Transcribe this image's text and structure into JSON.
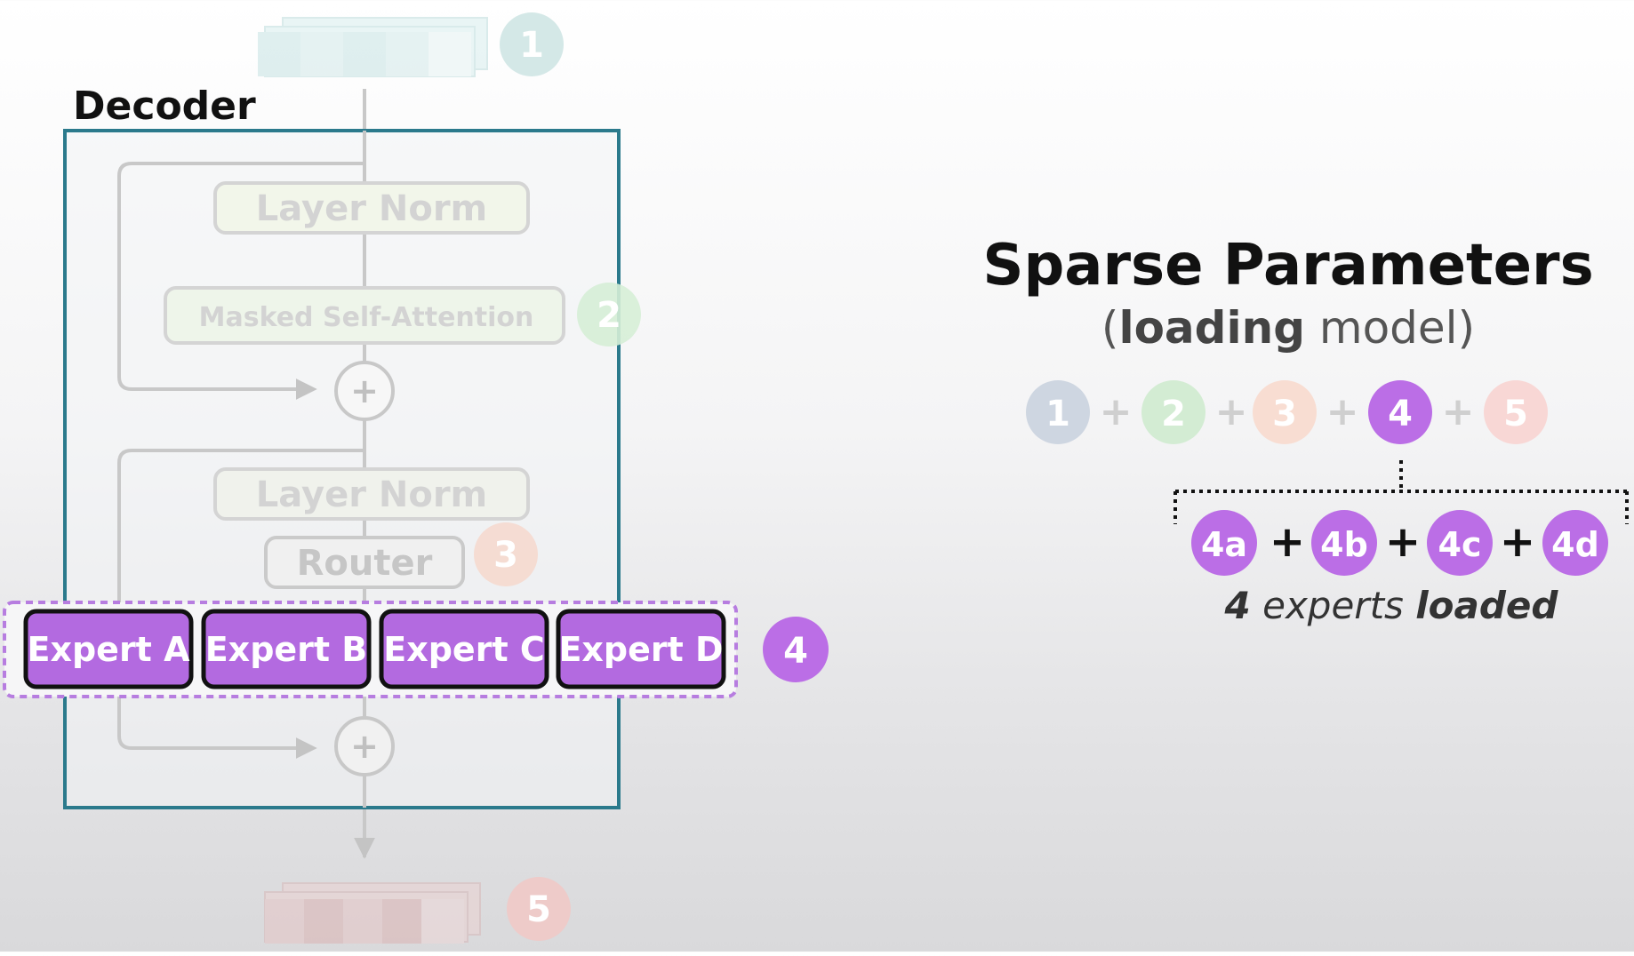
{
  "decoder": {
    "label": "Decoder",
    "layer_norm_1": "Layer Norm",
    "masked_attention": "Masked Self-Attention",
    "layer_norm_2": "Layer Norm",
    "router": "Router",
    "experts": [
      "Expert A",
      "Expert B",
      "Expert C",
      "Expert D"
    ],
    "plus_symbol": "+"
  },
  "step_badges": {
    "input": "1",
    "attention": "2",
    "router": "3",
    "experts": "4",
    "output": "5"
  },
  "summary": {
    "title": "Sparse Parameters",
    "subtitle_open": "(",
    "subtitle_bold": "loading",
    "subtitle_rest": " model)",
    "sequence": [
      "1",
      "2",
      "3",
      "4",
      "5"
    ],
    "plus": "+",
    "sub_experts": [
      "4a",
      "4b",
      "4c",
      "4d"
    ],
    "caption_count": "4",
    "caption_mid": " experts ",
    "caption_bold": "loaded"
  },
  "colors": {
    "decoder_border": "#2b7a8c",
    "expert_purple": "#b36ae0",
    "badge_purple": "#bb6ee6",
    "faded_gray": "#c8c8c8",
    "token_in": "#cfe6e6",
    "token_out": "#e8c8c8",
    "badge_1": "#c9d3df",
    "badge_2": "#cfeacf",
    "badge_3": "#f6d6cc",
    "badge_5": "#f4cfcd"
  }
}
